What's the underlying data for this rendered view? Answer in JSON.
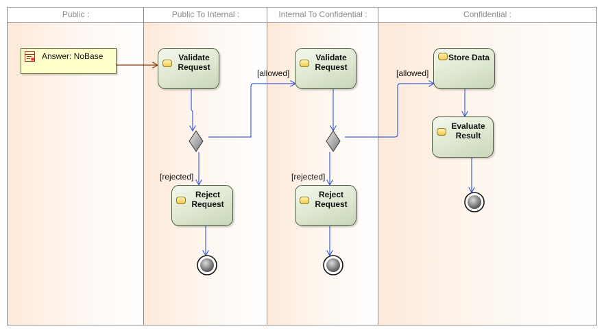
{
  "lanes": [
    {
      "label": "Public :"
    },
    {
      "label": "Public To Internal :"
    },
    {
      "label": "Internal To Confidential :"
    },
    {
      "label": "Confidential :"
    }
  ],
  "instance": {
    "label": "Answer: NoBase"
  },
  "actions": {
    "validate_1": "Validate Request",
    "reject_1": "Reject Request",
    "validate_2": "Validate Request",
    "reject_2": "Reject Request",
    "store": "Store Data",
    "evaluate": "Evaluate Result"
  },
  "guards": {
    "allowed_1": "[allowed]",
    "rejected_1": "[rejected]",
    "allowed_2": "[allowed]",
    "rejected_2": "[rejected]"
  },
  "colors": {
    "control_flow": "#3f5fd8",
    "object_flow": "#8b3a12",
    "action_fill": "#dde7d0",
    "instance_fill": "#ffffcc"
  }
}
